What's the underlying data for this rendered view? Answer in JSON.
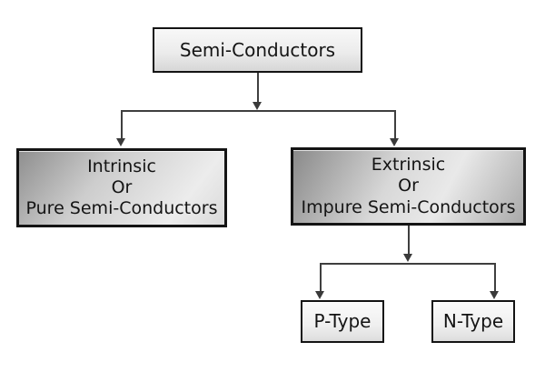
{
  "diagram": {
    "type": "flowchart",
    "background": "#ffffff",
    "colors": {
      "line": "#3f3f3f",
      "arrowhead": "#3a3a3a",
      "box_border": "#141414",
      "text": "#141414",
      "box_fill_light": "#f8f8f8",
      "box_fill_dark": "#8a8a8a"
    },
    "nodes": {
      "root": {
        "label": "Semi-Conductors"
      },
      "intrinsic": {
        "label": "Intrinsic\nOr\nPure Semi-Conductors"
      },
      "extrinsic": {
        "label": "Extrinsic\nOr\nImpure Semi-Conductors"
      },
      "p_type": {
        "label": "P-Type"
      },
      "n_type": {
        "label": "N-Type"
      }
    },
    "edges": [
      {
        "from": "Semi-Conductors",
        "to": "Intrinsic Or Pure Semi-Conductors"
      },
      {
        "from": "Semi-Conductors",
        "to": "Extrinsic Or Impure Semi-Conductors"
      },
      {
        "from": "Extrinsic Or Impure Semi-Conductors",
        "to": "P-Type"
      },
      {
        "from": "Extrinsic Or Impure Semi-Conductors",
        "to": "N-Type"
      }
    ]
  }
}
